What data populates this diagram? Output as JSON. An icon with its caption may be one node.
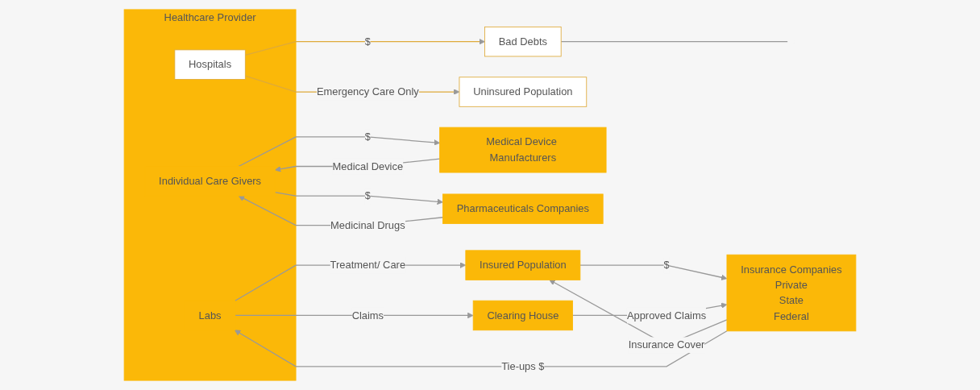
{
  "diagram": {
    "nodes": [
      {
        "text": [
          "Healthcare Provider"
        ]
      },
      {
        "text": [
          "Hospitals"
        ],
        "in": 0
      },
      {
        "text": [
          "Individual Care Givers"
        ],
        "in": 0
      },
      {
        "text": [
          "Labs"
        ],
        "in": 0
      },
      {
        "text": [
          "Bad Debts"
        ]
      },
      {
        "text": [
          "Uninsured Population"
        ]
      },
      {
        "text": [
          "Medical Device Manufacturers"
        ]
      },
      {
        "text": [
          "Pharmaceuticals Companies"
        ]
      },
      {
        "text": [
          "Insured Population"
        ]
      },
      {
        "text": [
          "Insurance Companies",
          "Private",
          "State",
          "Federal"
        ]
      },
      {
        "text": [
          "Clearing House"
        ]
      }
    ],
    "edges": [
      {
        "from": 1,
        "to": 5,
        "arrow": "to",
        "label": "Emergency Care Only",
        "color": "#deaa3a"
      },
      {
        "from": 1,
        "to": 4,
        "arrow": "to",
        "label": "$",
        "color": "#deaa3a"
      },
      {
        "from": 6,
        "to": 2,
        "arrow": "to",
        "label": "Medical Device"
      },
      {
        "from": 2,
        "to": 6,
        "arrow": "to",
        "label": "$"
      },
      {
        "from": 2,
        "to": 7,
        "arrow": "to",
        "label": "$"
      },
      {
        "from": 7,
        "to": 2,
        "arrow": "to",
        "label": "Medicinal Drugs"
      },
      {
        "from": 3,
        "to": 8,
        "arrow": "to",
        "label": "Treatment/ Care"
      },
      {
        "from": 8,
        "to": 9,
        "arrow": "to",
        "label": "$"
      },
      {
        "from": 9,
        "to": 8,
        "arrow": "to",
        "label": "Insurance Cover"
      },
      {
        "from": 9,
        "to": 3,
        "arrow": "to",
        "label": "Tie-ups $"
      },
      {
        "from": 3,
        "to": 10,
        "arrow": "to",
        "label": "Claims"
      },
      {
        "from": 10,
        "to": 9,
        "arrow": "to",
        "label": "Approved Claims"
      },
      {
        "from": 4,
        "to": null,
        "arrow": "none"
      }
    ]
  }
}
